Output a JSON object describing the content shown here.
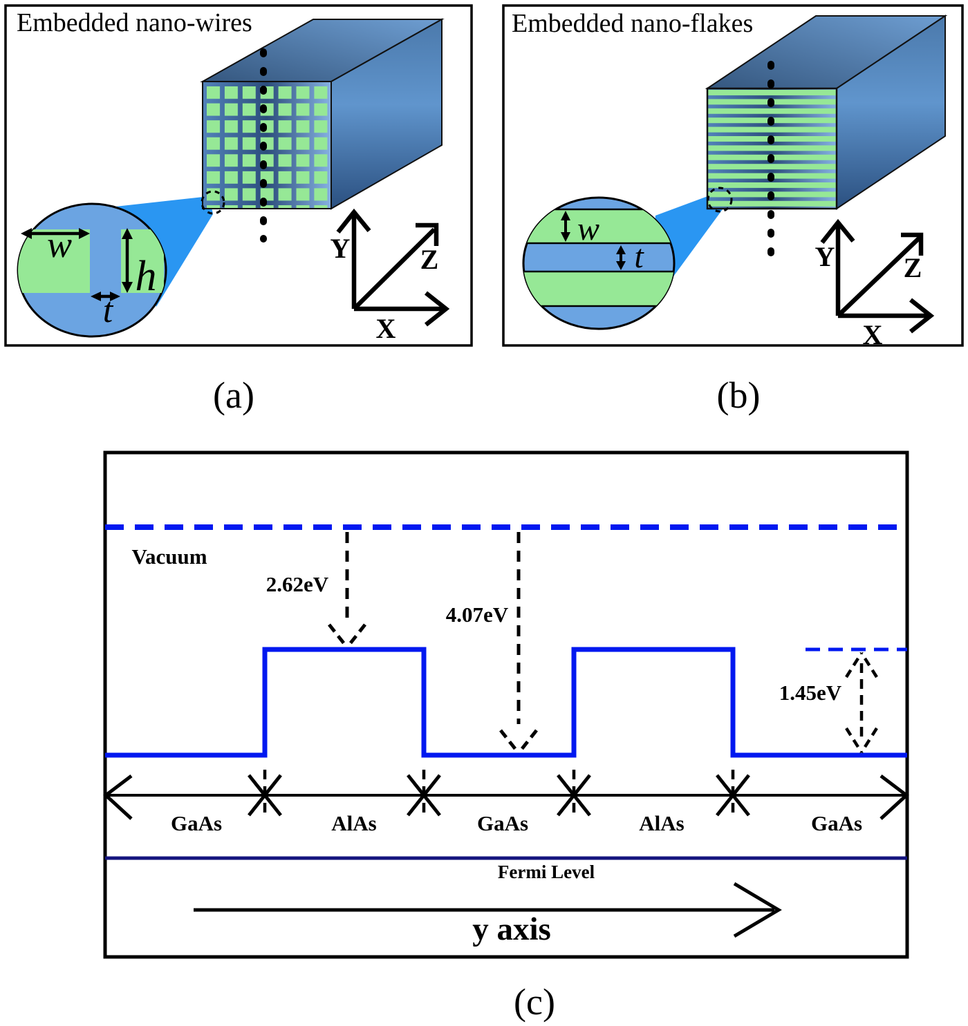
{
  "panel_a": {
    "title": "Embedded nano-wires",
    "subfig_label": "(a)",
    "dims": {
      "w": "w",
      "h": "h",
      "t": "t"
    },
    "axes": {
      "x": "X",
      "y": "Y",
      "z": "Z"
    }
  },
  "panel_b": {
    "title": "Embedded nano-flakes",
    "subfig_label": "(b)",
    "dims": {
      "w": "w",
      "t": "t"
    },
    "axes": {
      "x": "X",
      "y": "Y",
      "z": "Z"
    }
  },
  "panel_c": {
    "subfig_label": "(c)",
    "vacuum_label": "Vacuum",
    "energies": {
      "barrier_top_to_vacuum": "2.62eV",
      "well_to_vacuum": "4.07eV",
      "band_offset": "1.45eV"
    },
    "regions": [
      "GaAs",
      "AlAs",
      "GaAs",
      "AlAs",
      "GaAs"
    ],
    "fermi_label": "Fermi Level",
    "axis_label": "y axis"
  },
  "colors": {
    "nano_green": "#96e896",
    "magnifier_blue": "#6ba4e2",
    "cone_blue": "#2a96f2",
    "band_line_blue": "#0018f0",
    "fermi_navy": "#14147e",
    "outline_black": "#000000"
  }
}
